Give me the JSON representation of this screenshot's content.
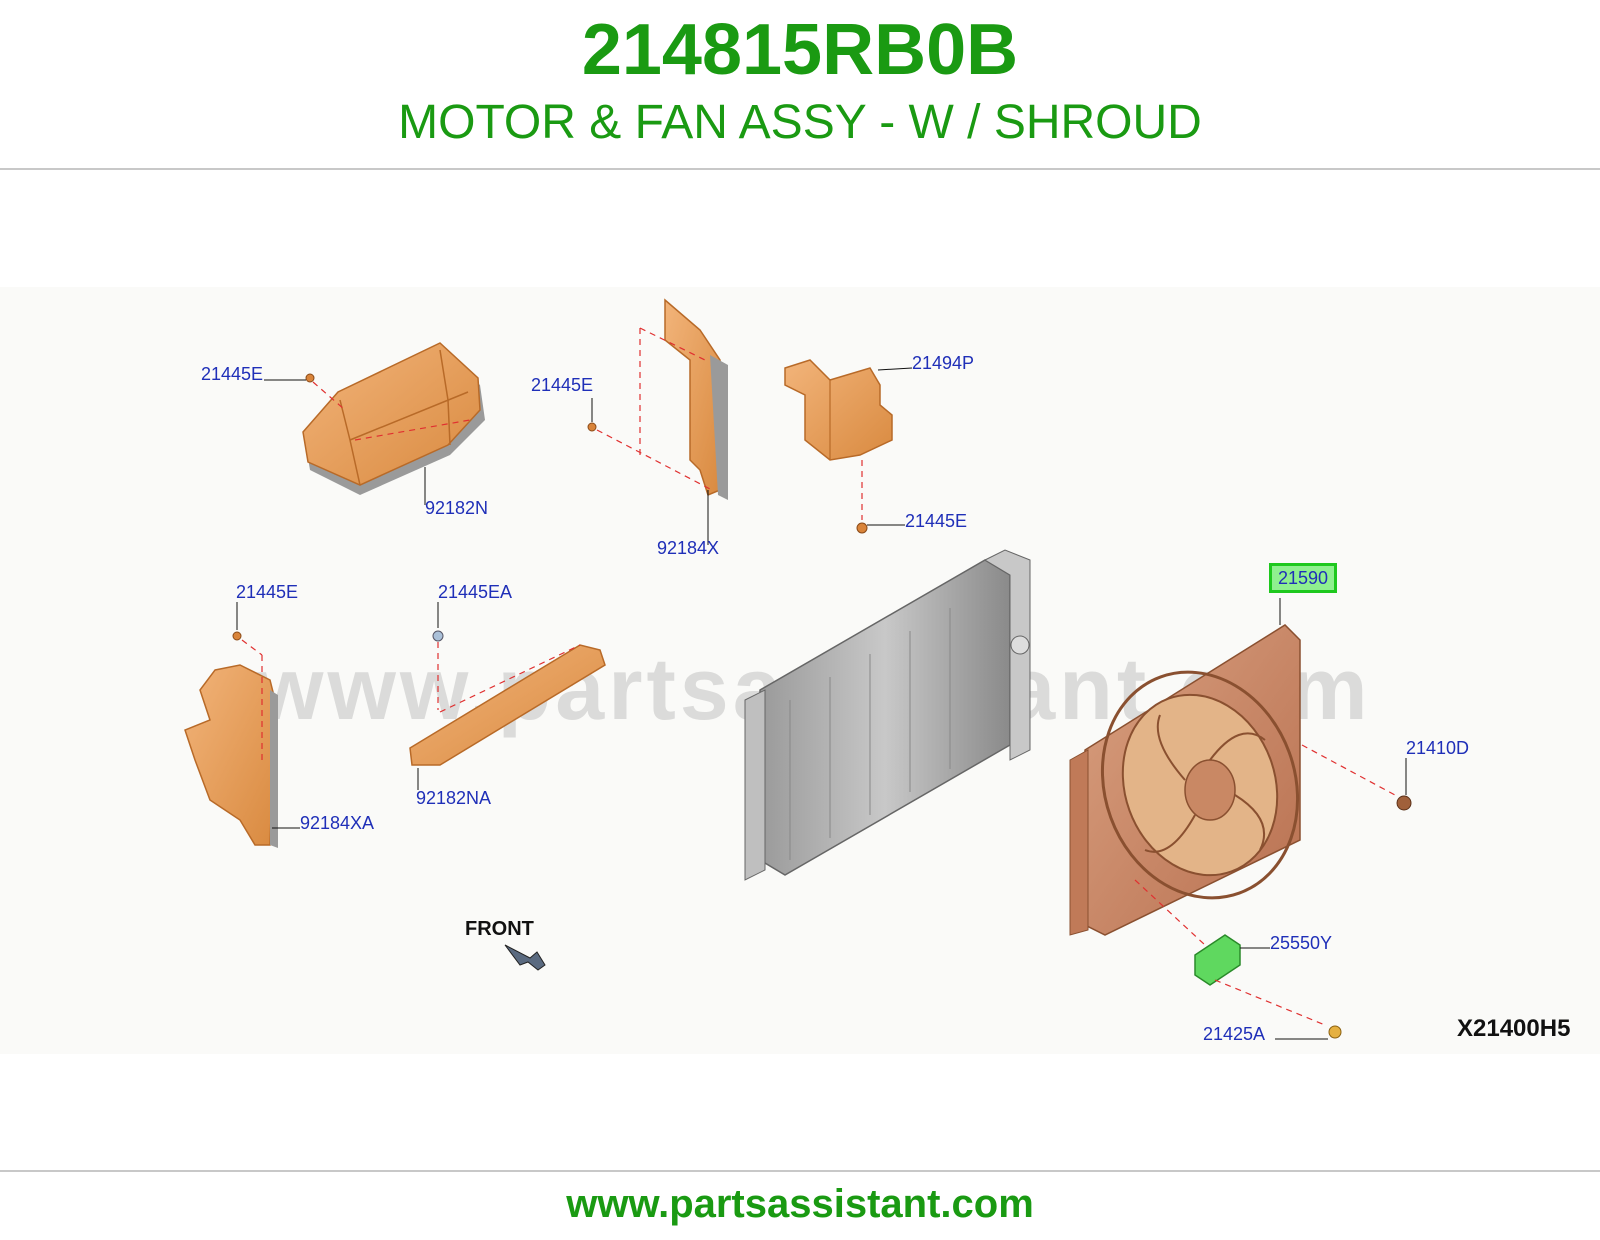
{
  "header": {
    "part_number": "214815RB0B",
    "part_title": "MOTOR & FAN ASSY - W / SHROUD"
  },
  "diagram": {
    "callouts": {
      "c1": "21445E",
      "c2": "92182N",
      "c3": "21445E",
      "c4": "92184X",
      "c5": "21494P",
      "c6": "21445E",
      "c7": "21445E",
      "c8": "21445EA",
      "c9": "92184XA",
      "c10": "92182NA",
      "c11": "21590",
      "c12": "21410D",
      "c13": "25550Y",
      "c14": "21425A"
    },
    "highlighted_callout": "21590",
    "front_label": "FRONT",
    "diagram_code": "X21400H5",
    "watermark": "www.partsassistant.com"
  },
  "colors": {
    "brand_green": "#1a9a12",
    "callout_blue": "#1f2fb8",
    "part_orange": "#e8a05a",
    "shroud_copper": "#c98864",
    "highlight_green": "#8ff08f"
  },
  "footer": {
    "url": "www.partsassistant.com"
  }
}
